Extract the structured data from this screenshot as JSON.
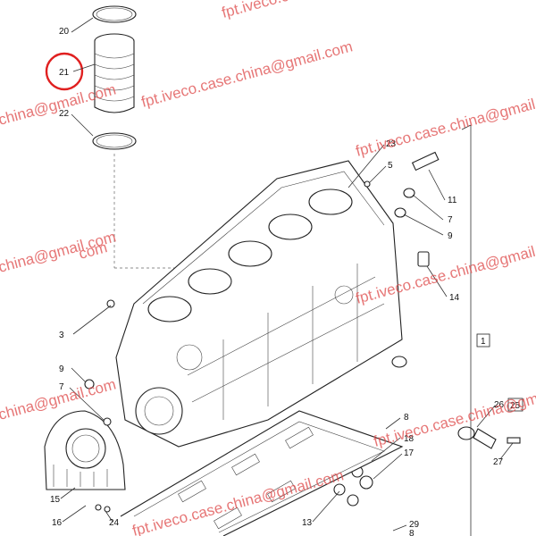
{
  "diagram": {
    "callouts": [
      "20",
      "21",
      "22",
      "23",
      "5",
      "11",
      "7",
      "9",
      "14",
      "1",
      "3",
      "9",
      "7",
      "8",
      "18",
      "17",
      "26",
      "25",
      "27",
      "15",
      "16",
      "24",
      "13",
      "29",
      "8"
    ],
    "highlight_ring": "21",
    "boxed_callouts": [
      "1",
      "25"
    ],
    "watermarks": [
      "fpt.iveco.case.china@gmail.com",
      "fpt.iveco.case.china@gmail.com",
      "china@gmail.com",
      "fpt.iveco.case.china@gmail.com",
      "china@gmail.com",
      "fpt.iveco.case.china@gmail.com",
      "china@gmail.com",
      "fpt.iveco.case.china@gmail.com",
      "com",
      "fpt.iveco.case.china@gmail.com"
    ]
  },
  "colors": {
    "highlight": "#e02020",
    "watermark": "#e05050",
    "line": "#222222"
  },
  "icons": [
    "cylinder-liner",
    "engine-block",
    "seal-ring",
    "bolt",
    "oil-pan-gasket"
  ]
}
